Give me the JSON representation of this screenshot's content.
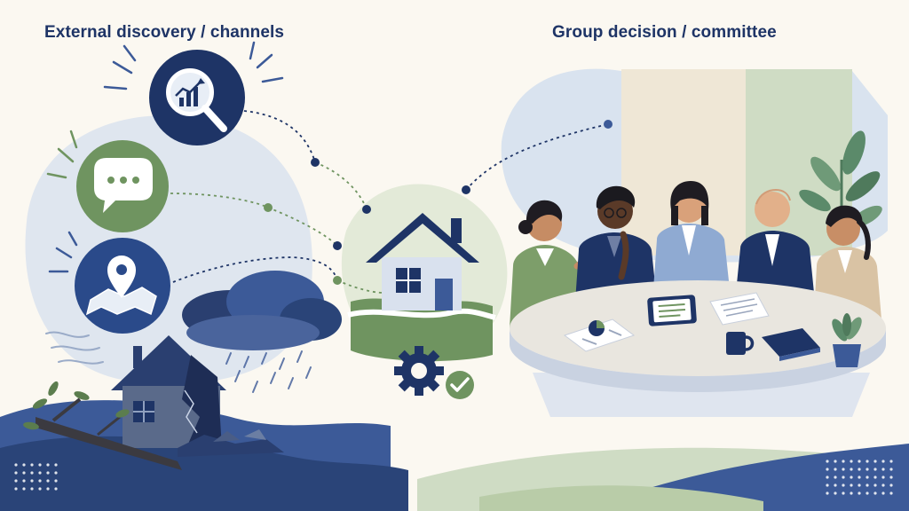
{
  "headings": {
    "left": "External discovery / channels",
    "right": "Group decision / committee"
  },
  "colors": {
    "navy": "#1e3466",
    "blue": "#3c5a98",
    "sage": "#6f9460",
    "light_blue": "#d9e3ef",
    "light_green": "#dfe8d6",
    "cream": "#fbf8f1",
    "grey_storm": "#5a6a8a"
  },
  "icons": {
    "channels": [
      "magnifier-chart-icon",
      "chat-bubble-icon",
      "map-pin-icon"
    ],
    "center": [
      "house-icon",
      "gear-icon",
      "checkmark-icon"
    ],
    "left_scene": [
      "damaged-house-icon",
      "storm-cloud-icon",
      "fallen-tree-icon"
    ],
    "right_scene": [
      "committee-meeting-illustration",
      "plant-icon",
      "mug-icon"
    ]
  }
}
